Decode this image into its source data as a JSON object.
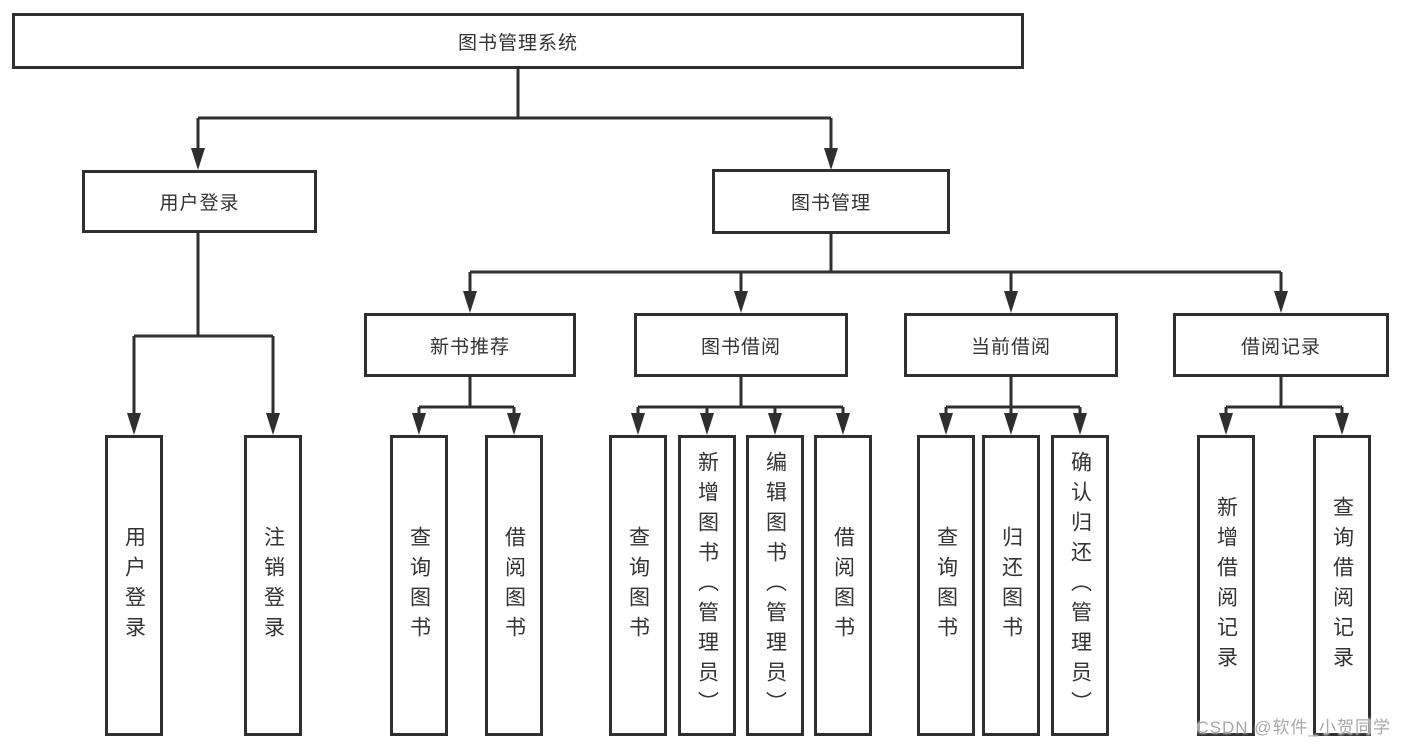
{
  "diagram": {
    "root": "图书管理系统",
    "level1": {
      "user_login": "用户登录",
      "book_mgmt": "图书管理"
    },
    "level2": {
      "new_books": "新书推荐",
      "book_borrow": "图书借阅",
      "current_borrow": "当前借阅",
      "borrow_records": "借阅记录"
    },
    "leaves": {
      "user_login": [
        "用户登录",
        "注销登录"
      ],
      "new_books": [
        "查询图书",
        "借阅图书"
      ],
      "book_borrow": [
        "查询图书",
        "新增图书（管理员）",
        "编辑图书（管理员）",
        "借阅图书"
      ],
      "current_borrow": [
        "查询图书",
        "归还图书",
        "确认归还（管理员）"
      ],
      "borrow_records": [
        "新增借阅记录",
        "查询借阅记录"
      ]
    }
  },
  "watermark": "CSDN @软件_小贺同学",
  "colors": {
    "line": "#2f2f2f",
    "text": "#333333",
    "watermark_color": "#a8a8a8",
    "background": "#ffffff"
  }
}
